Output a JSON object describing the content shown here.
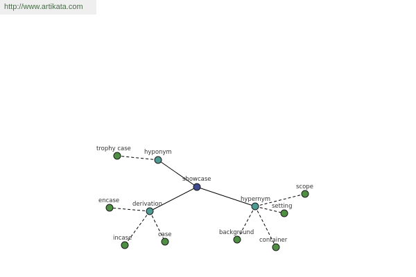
{
  "source_link": "http://www.artikata.com",
  "colors": {
    "center": "#3f4a8f",
    "relation": "#4e9a93",
    "term": "#4f8f44"
  },
  "nodes": {
    "showcase": "showcase",
    "hyponym": "hyponym",
    "derivation": "derivation",
    "hypernym": "hypernym",
    "trophy_case": "trophy case",
    "encase": "encase",
    "incase": "incase",
    "case": "case",
    "background": "background",
    "container": "container",
    "setting": "setting",
    "scope": "scope"
  }
}
